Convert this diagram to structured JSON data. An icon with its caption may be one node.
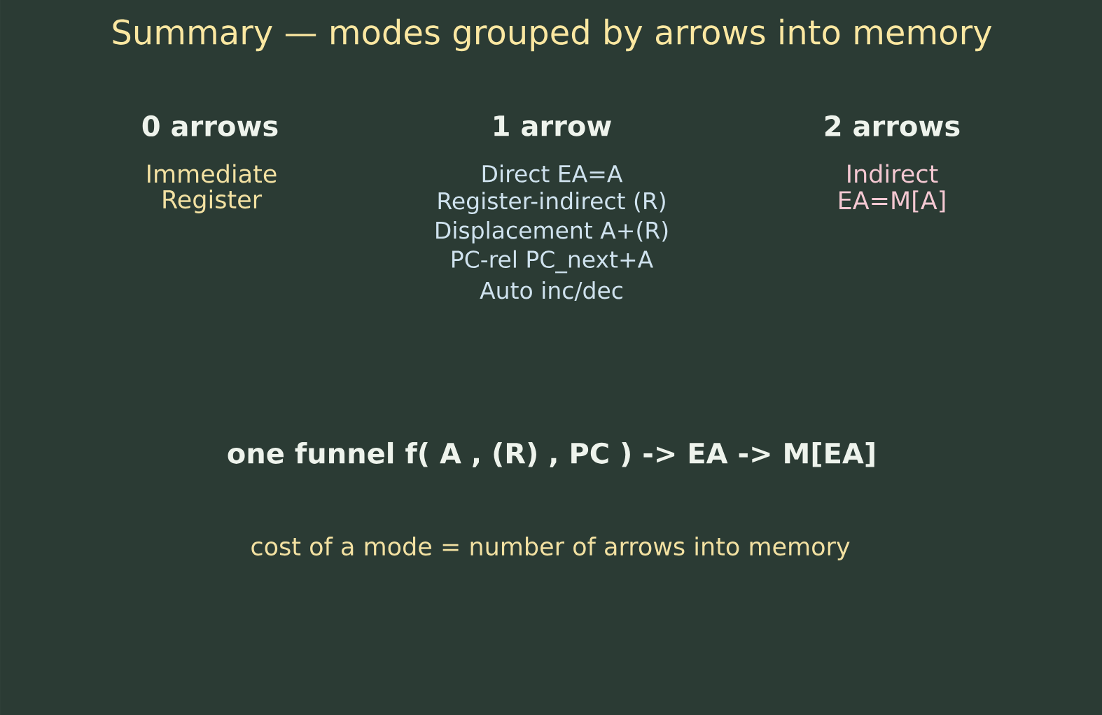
{
  "diagram": {
    "title": "Summary — modes grouped by arrows into memory",
    "labels": [
      "0 arrows",
      "Immediate",
      "Register",
      "1 arrow",
      "Direct EA=A",
      "Register-indirect (R)",
      "Displacement A+(R)",
      "PC-rel PC_next+A",
      "Auto inc/dec",
      "2 arrows",
      "Indirect",
      "EA=M[A]",
      "one funnel f( A , (R) , PC ) -> EA -> M[EA]",
      "cost of a mode = number of arrows into memory"
    ]
  }
}
